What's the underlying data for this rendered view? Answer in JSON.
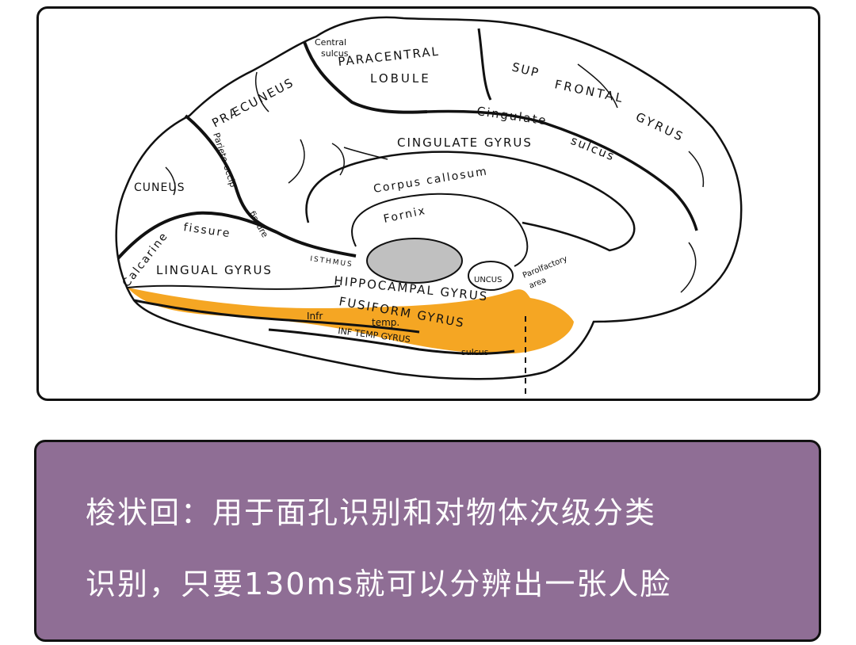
{
  "colors": {
    "fusiform_highlight": "#F5A623",
    "callout_background": "#8F6E95",
    "callout_text": "#FFFFFF",
    "thalamus_fill": "#C0C0C0"
  },
  "labels": {
    "central_sulcus_1": "Central",
    "central_sulcus_2": "sulcus",
    "paracentral_1": "PARACENTRAL",
    "paracentral_2": "LOBULE",
    "sup_frontal_1": "SUP",
    "sup_frontal_2": "FRONTAL",
    "sup_frontal_3": "GYRUS",
    "praecuneus": "PRÆCUNEUS",
    "cingulate_sulcus_1": "Cingulate",
    "cingulate_sulcus_2": "sulcus",
    "cingulate_gyrus": "CINGULATE GYRUS",
    "parieto_occip": "Parieto-occip",
    "cuneus": "CUNEUS",
    "corpus_callosum": "Corpus callosum",
    "fornix": "Fornix",
    "fissure": "fissure",
    "calcarine": "Calcarine",
    "fissure_2": "fissure",
    "lingual_gyrus": "LINGUAL GYRUS",
    "isthmus": "ISTHMUS",
    "uncus": "UNCUS",
    "parolfactory_1": "Parolfactory",
    "parolfactory_2": "area",
    "hippocampal_gyrus": "HIPPOCAMPAL GYRUS",
    "fusiform_gyrus": "FUSIFORM GYRUS",
    "infr": "Infr",
    "temp": "temp.",
    "sulcus_3": "sulcus",
    "inf_temp_gyrus": "INF TEMP GYRUS"
  },
  "callout": {
    "line1": "梭状回：用于面孔识别和对物体次级分类",
    "line2": "识别，只要130ms就可以分辨出一张人脸"
  }
}
